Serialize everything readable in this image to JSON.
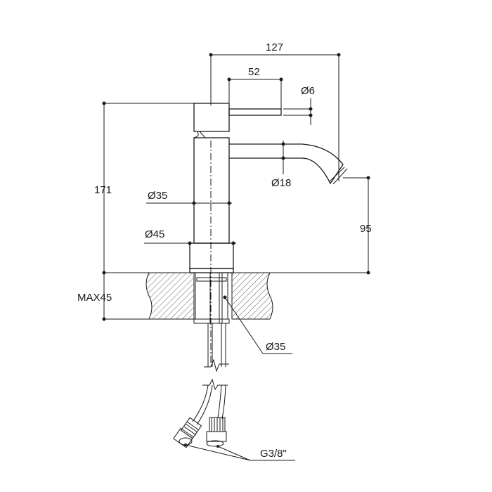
{
  "diagram": {
    "type": "technical-drawing",
    "subject": "single-lever basin mixer tap",
    "colors": {
      "line": "#1a1a1a",
      "background": "#ffffff"
    },
    "dimensions": {
      "total_reach": "127",
      "lever_length": "52",
      "lever_diameter": "Ø6",
      "total_height": "171",
      "body_diameter": "Ø35",
      "spout_diameter": "Ø18",
      "base_diameter": "Ø45",
      "spout_height": "95",
      "max_deck_thickness": "MAX45",
      "shank_diameter": "Ø35",
      "hose_connection": "G3/8\""
    }
  }
}
